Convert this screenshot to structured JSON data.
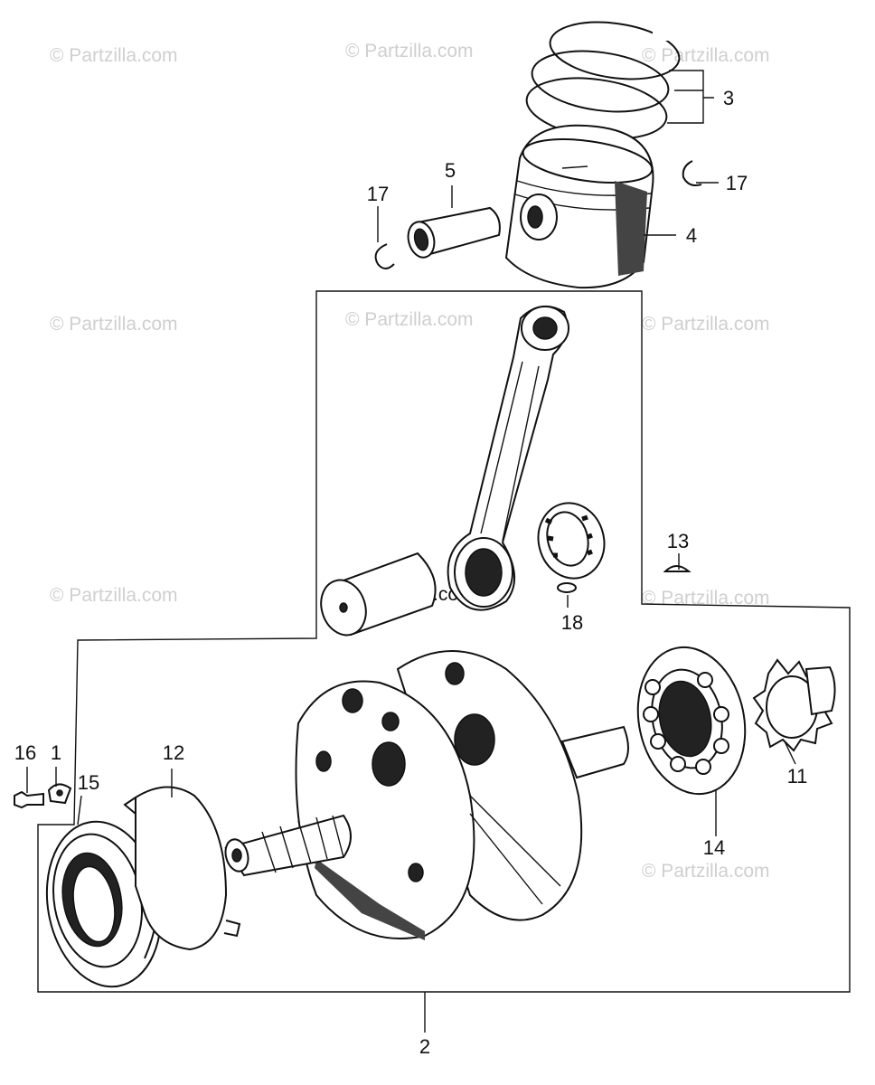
{
  "diagram": {
    "watermark": "© Partzilla.com",
    "callouts": {
      "c1": "1",
      "c2": "2",
      "c3": "3",
      "c4": "4",
      "c5": "5",
      "c11": "11",
      "c12": "12",
      "c13": "13",
      "c14": "14",
      "c15": "15",
      "c16": "16",
      "c17a": "17",
      "c17b": "17",
      "c18": "18"
    }
  }
}
